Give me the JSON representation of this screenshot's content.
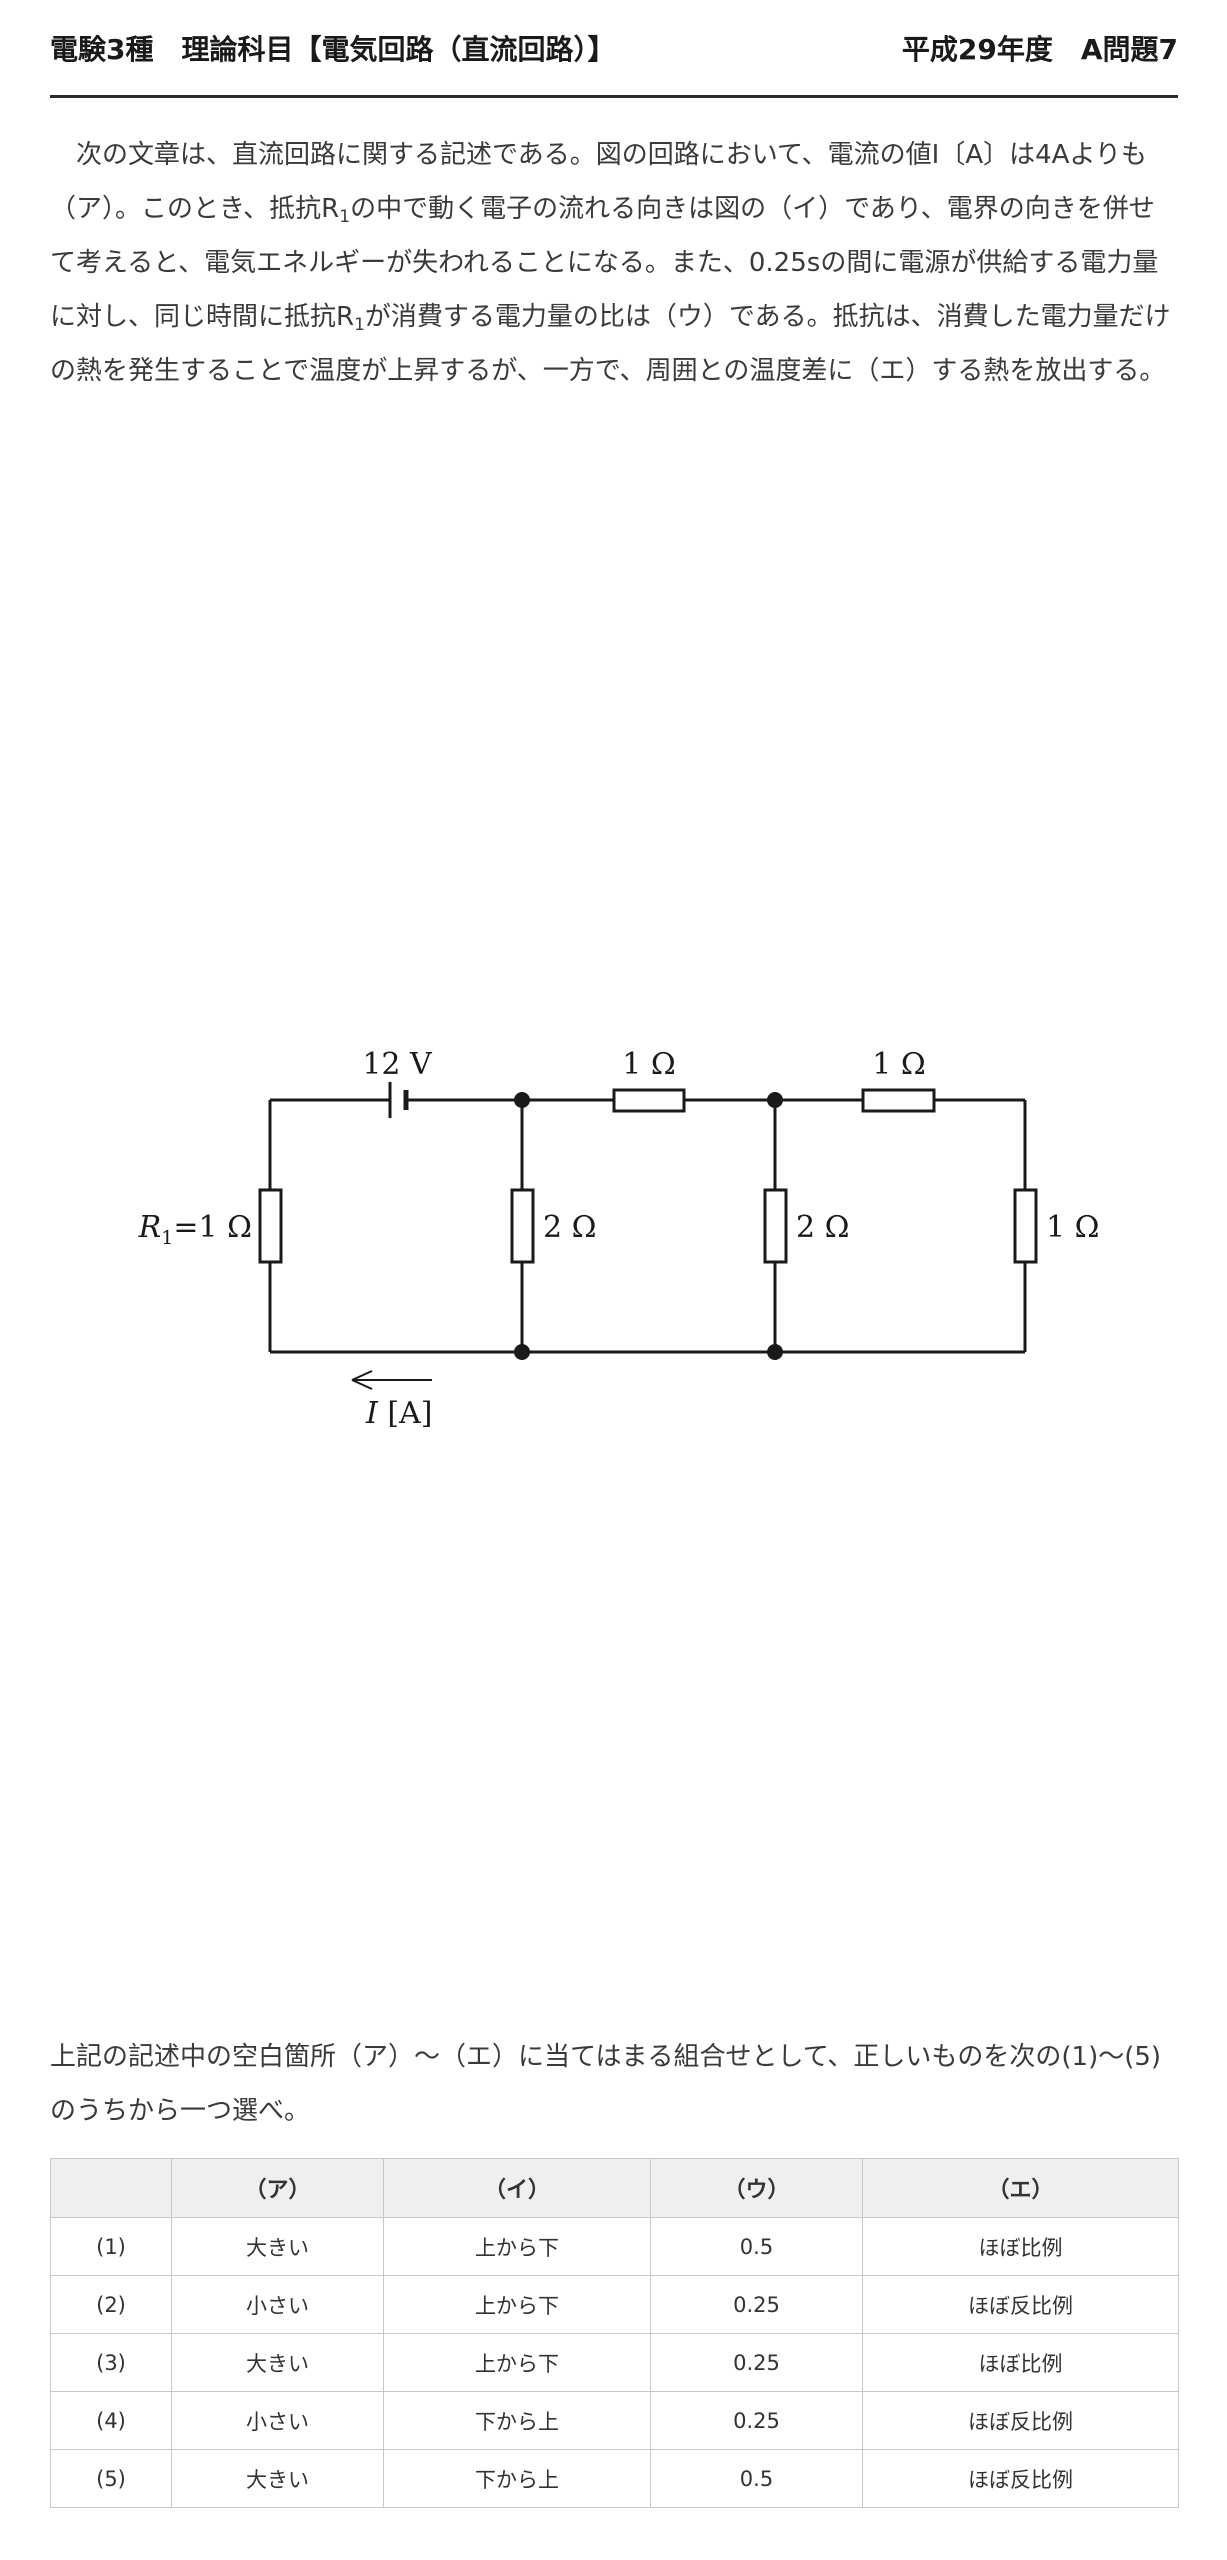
{
  "header": {
    "title": "電験3種　理論科目【電気回路（直流回路）】",
    "exam": "平成29年度　A問題7"
  },
  "passage": {
    "p1": "　次の文章は、直流回路に関する記述である。図の回路において、電流の値I〔A〕は4Aよりも（ア）。このとき、抵抗R",
    "sub1": "1",
    "p2": "の中で動く電子の流れる向きは図の（イ）であり、電界の向きを併せて考えると、電気エネルギーが失われることになる。また、0.25sの間に電源が供給する電力量に対し、同じ時間に抵抗R",
    "sub2": "1",
    "p3": "が消費する電力量の比は（ウ）である。抵抗は、消費した電力量だけの熱を発生することで温度が上昇するが、一方で、周囲との温度差に（エ）する熱を放出する。"
  },
  "circuit": {
    "source": "12 V",
    "r_top1": "1 Ω",
    "r_top2": "1 Ω",
    "r1_prefix": "R",
    "r1_sub": "1",
    "r1_value": "=1 Ω",
    "r_mid1": "2 Ω",
    "r_mid2": "2 Ω",
    "r_right": "1 Ω",
    "current_symbol": "I",
    "current_unit": " [A]"
  },
  "question": "上記の記述中の空白箇所（ア）〜（エ）に当てはまる組合せとして、正しいものを次の(1)〜(5)のうちから一つ選べ。",
  "table": {
    "headers": [
      "",
      "（ア）",
      "（イ）",
      "（ウ）",
      "（エ）"
    ],
    "rows": [
      [
        "(1)",
        "大きい",
        "上から下",
        "0.5",
        "ほぼ比例"
      ],
      [
        "(2)",
        "小さい",
        "上から下",
        "0.25",
        "ほぼ反比例"
      ],
      [
        "(3)",
        "大きい",
        "上から下",
        "0.25",
        "ほぼ比例"
      ],
      [
        "(4)",
        "小さい",
        "下から上",
        "0.25",
        "ほぼ反比例"
      ],
      [
        "(5)",
        "大きい",
        "下から上",
        "0.5",
        "ほぼ反比例"
      ]
    ]
  }
}
